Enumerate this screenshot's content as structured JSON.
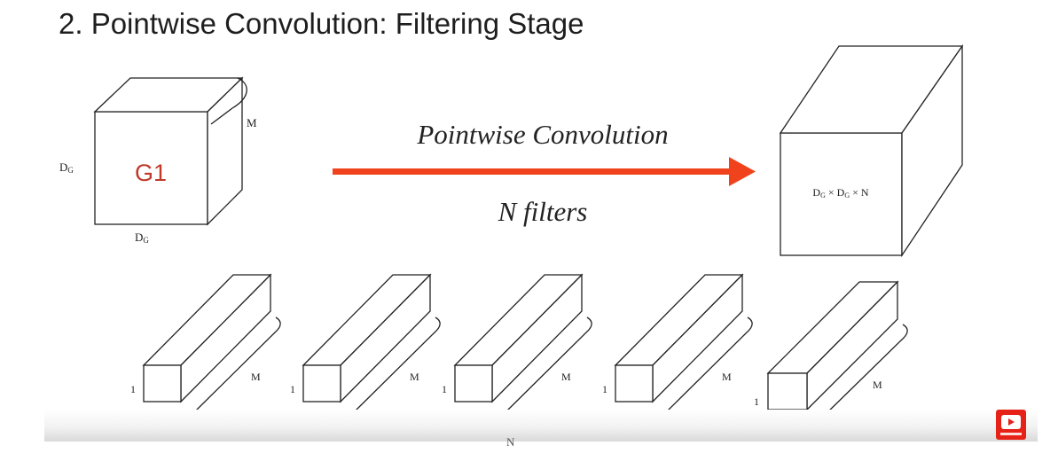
{
  "slide": {
    "title": "2. Pointwise Convolution: Filtering Stage"
  },
  "input_tensor": {
    "label": "G1",
    "label_color": "#c0392b",
    "height_label_main": "D",
    "height_label_sub": "G",
    "width_label_main": "D",
    "width_label_sub": "G",
    "depth_label": "M"
  },
  "operation": {
    "name": "Pointwise Convolution",
    "filters": "N filters",
    "arrow_color": "#f0421c"
  },
  "output_tensor": {
    "label_a": "D",
    "label_a_sub": "G",
    "label_b": "D",
    "label_b_sub": "G",
    "label_c": "N",
    "times": "×"
  },
  "filters": [
    {
      "height_label": "1",
      "width_label": "1",
      "depth_label": "M"
    },
    {
      "height_label": "1",
      "width_label": "1",
      "depth_label": "M"
    },
    {
      "height_label": "1",
      "width_label": "1",
      "depth_label": "M"
    },
    {
      "height_label": "1",
      "width_label": "1",
      "depth_label": "M"
    },
    {
      "height_label": "1",
      "width_label": "1",
      "depth_label": "M"
    }
  ],
  "filters_count_label": "N",
  "overlay": {
    "icon": "youtube-subscribe-icon",
    "icon_color": "#e62117"
  }
}
